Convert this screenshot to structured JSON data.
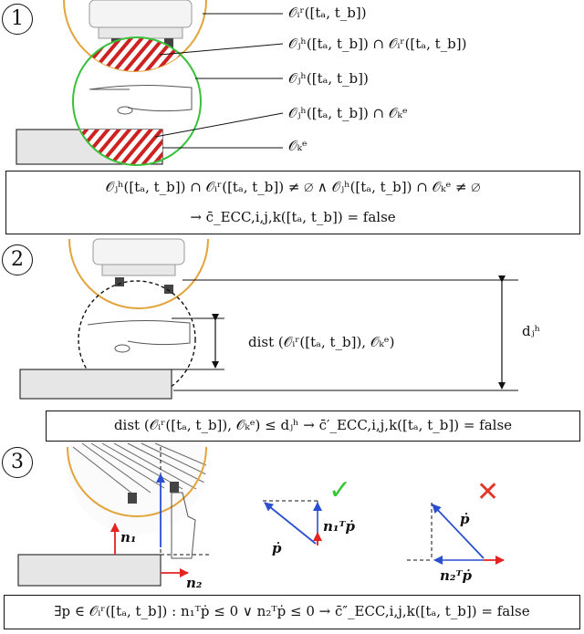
{
  "colors": {
    "robot_zone": "#e2a43b",
    "hand_zone": "#39c13b",
    "hatch": "#cc2222",
    "vec_blue": "#2a4fd0",
    "vec_red": "#e32222",
    "check": "#37c837",
    "cross": "#e0392b",
    "env_fill": "#e6e6e6"
  },
  "section1": {
    "step": "1",
    "labels": {
      "robot_occupancy": "𝒪ᵢʳ([tₐ, t_b])",
      "hand_robot_intersection": "𝒪ⱼʰ([tₐ, t_b]) ∩ 𝒪ᵢʳ([tₐ, t_b])",
      "hand_occupancy": "𝒪ⱼʰ([tₐ, t_b])",
      "hand_env_intersection": "𝒪ⱼʰ([tₐ, t_b]) ∩ 𝒪ₖᵉ",
      "env_occupancy": "𝒪ₖᵉ"
    },
    "condition_line1": "𝒪ⱼʰ([tₐ, t_b]) ∩ 𝒪ᵢʳ([tₐ, t_b]) ≠ ∅ ∧ 𝒪ⱼʰ([tₐ, t_b]) ∩ 𝒪ₖᵉ ≠ ∅",
    "condition_line2": "→ c̄_ECC,i,j,k([tₐ, t_b]) = false"
  },
  "section2": {
    "step": "2",
    "dist_label": "dist (𝒪ᵢʳ([tₐ, t_b]), 𝒪ₖᵉ)",
    "dh_label": "dⱼʰ",
    "condition": "dist (𝒪ᵢʳ([tₐ, t_b]), 𝒪ₖᵉ) ≤ dⱼʰ → c̄′_ECC,i,j,k([tₐ, t_b]) = false"
  },
  "section3": {
    "step": "3",
    "n1_label": "n₁",
    "n2_label": "n₂",
    "pdot_label_ok": "ṗ",
    "proj_label_ok": "n₁ᵀṗ",
    "pdot_label_bad": "ṗ",
    "proj_label_bad": "n₂ᵀṗ",
    "check_icon": "✓",
    "cross_icon": "✕",
    "condition": "∃p ∈ 𝒪ᵢʳ([tₐ, t_b]) : n₁ᵀṗ ≤ 0 ∨ n₂ᵀṗ ≤ 0 → c̄″_ECC,i,j,k([tₐ, t_b]) = false"
  }
}
